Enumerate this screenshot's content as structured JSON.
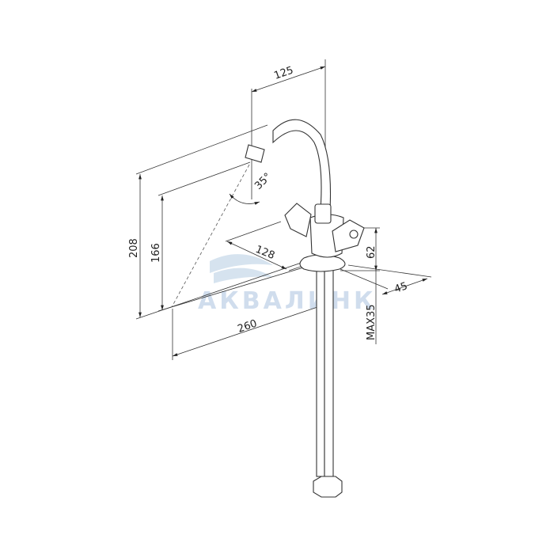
{
  "drawing": {
    "dimensions": {
      "spout_reach": "125",
      "height_total": "208",
      "height_outlet": "166",
      "angle": "35°",
      "handle_depth": "128",
      "projection": "260",
      "body_height": "62",
      "base_width": "45",
      "counter_thickness": "MAX35"
    },
    "watermark": "АКВАЛИНК"
  },
  "colors": {
    "line": "#333333",
    "watermark": "#c9d9e8"
  }
}
